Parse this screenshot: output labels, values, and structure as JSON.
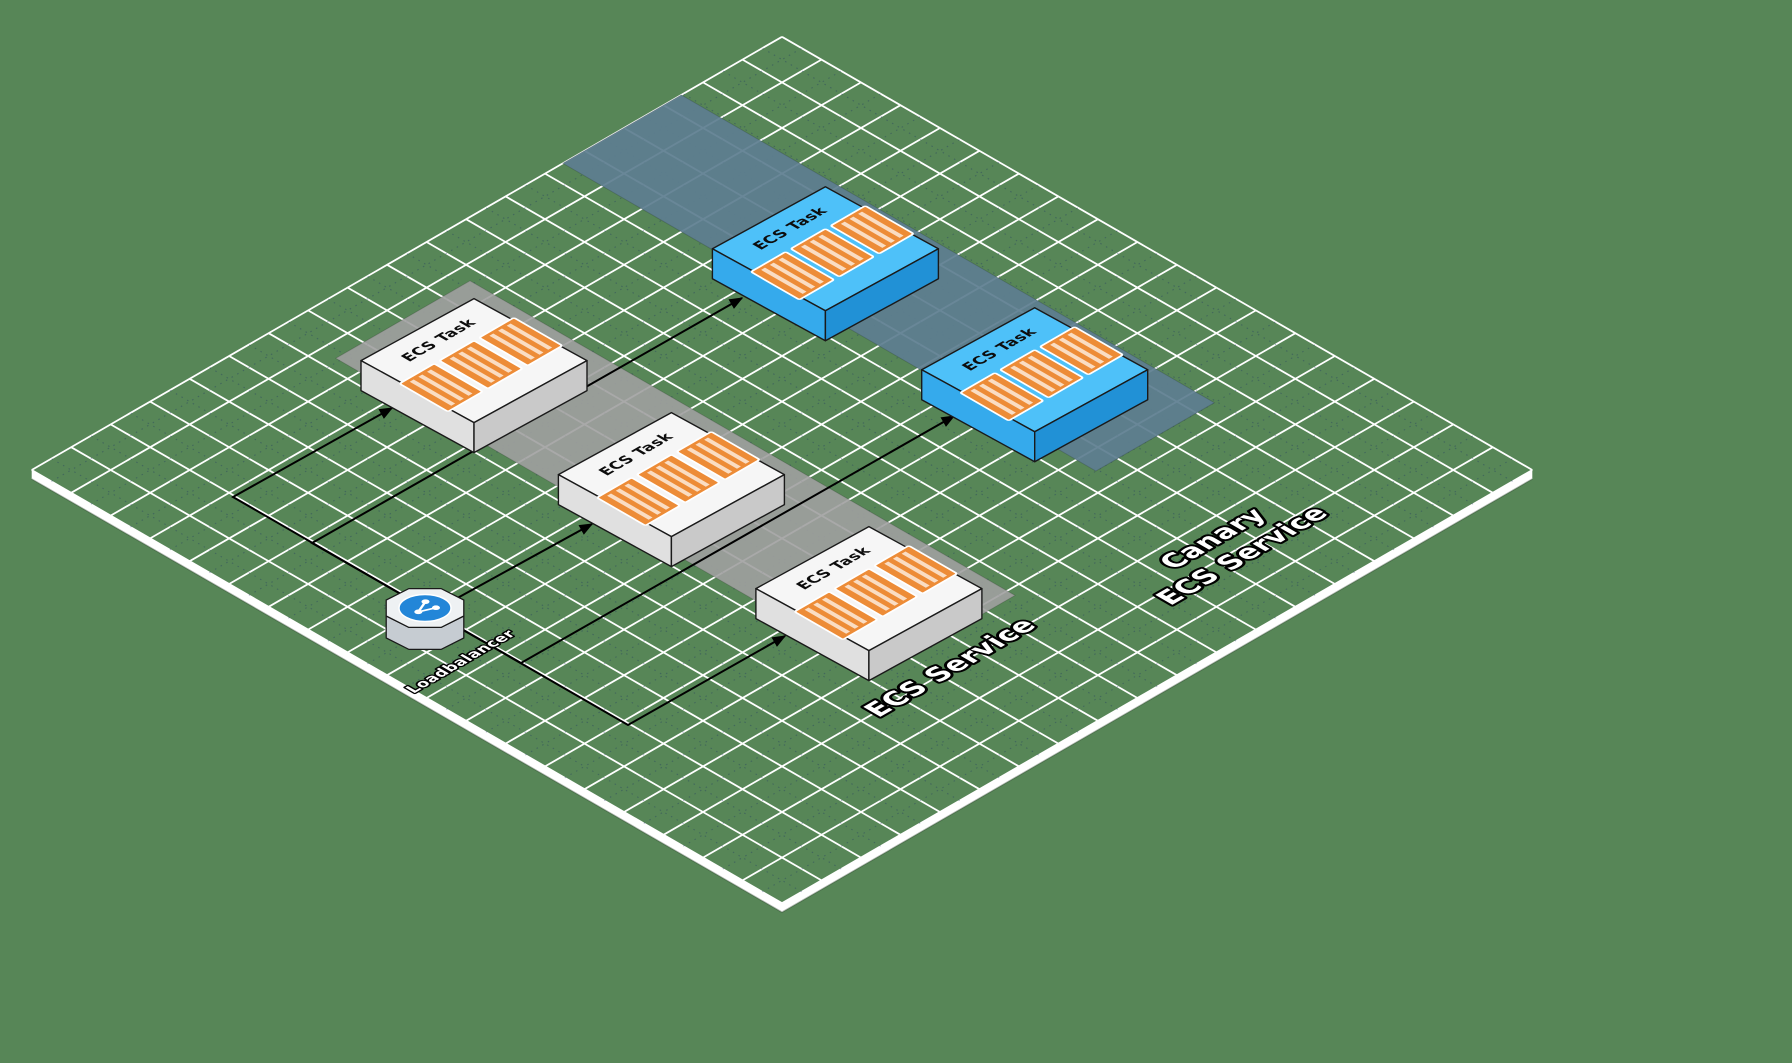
{
  "colors": {
    "background": "#578657",
    "grid_line": "#ffffff",
    "subgrid": "rgba(30,50,100,0.35)",
    "platform_edge": "#ffffff",
    "platform_shadow": "rgba(40,60,40,0.35)",
    "zone_standard": "#a0a0a0",
    "zone_canary": "#5e7e90",
    "task_top": "#f6f6f6",
    "task_left": "#e0e0e0",
    "task_right": "#c9c9c9",
    "canary_top": "#4ec1f9",
    "canary_left": "#35aaec",
    "canary_right": "#2191d6",
    "container_fill": "#ed8c37",
    "container_stripe": "rgba(255,255,255,0.7)",
    "container_border": "#ffffff",
    "outline": "#1a1a1a",
    "arrow": "#000000",
    "lb_top": "#eef1f3",
    "lb_side": "#c6ccd2",
    "lb_circle": "#2386d8",
    "label_dark": "#0d0d0d",
    "label_light": "#ffffff"
  },
  "zones": [
    {
      "id": "zone-ecs-service",
      "label": "ECS Service",
      "kind": "standard"
    },
    {
      "id": "zone-canary-ecs-service",
      "label_lines": [
        "Canary",
        "ECS Service"
      ],
      "kind": "canary"
    }
  ],
  "nodes": {
    "load_balancer": {
      "id": "load-balancer",
      "label": "Loadbalancer"
    },
    "tasks": [
      {
        "id": "ecs-task-1",
        "label": "ECS Task",
        "service": "standard"
      },
      {
        "id": "ecs-task-2",
        "label": "ECS Task",
        "service": "standard"
      },
      {
        "id": "ecs-task-3",
        "label": "ECS Task",
        "service": "standard"
      },
      {
        "id": "canary-ecs-task-1",
        "label": "ECS Task",
        "service": "canary"
      },
      {
        "id": "canary-ecs-task-2",
        "label": "ECS Task",
        "service": "canary"
      }
    ]
  },
  "connections": [
    {
      "from": "load-balancer",
      "to": "ecs-task-1"
    },
    {
      "from": "load-balancer",
      "to": "ecs-task-2"
    },
    {
      "from": "load-balancer",
      "to": "ecs-task-3"
    },
    {
      "from": "load-balancer",
      "to": "canary-ecs-task-1"
    },
    {
      "from": "load-balancer",
      "to": "canary-ecs-task-2"
    }
  ]
}
